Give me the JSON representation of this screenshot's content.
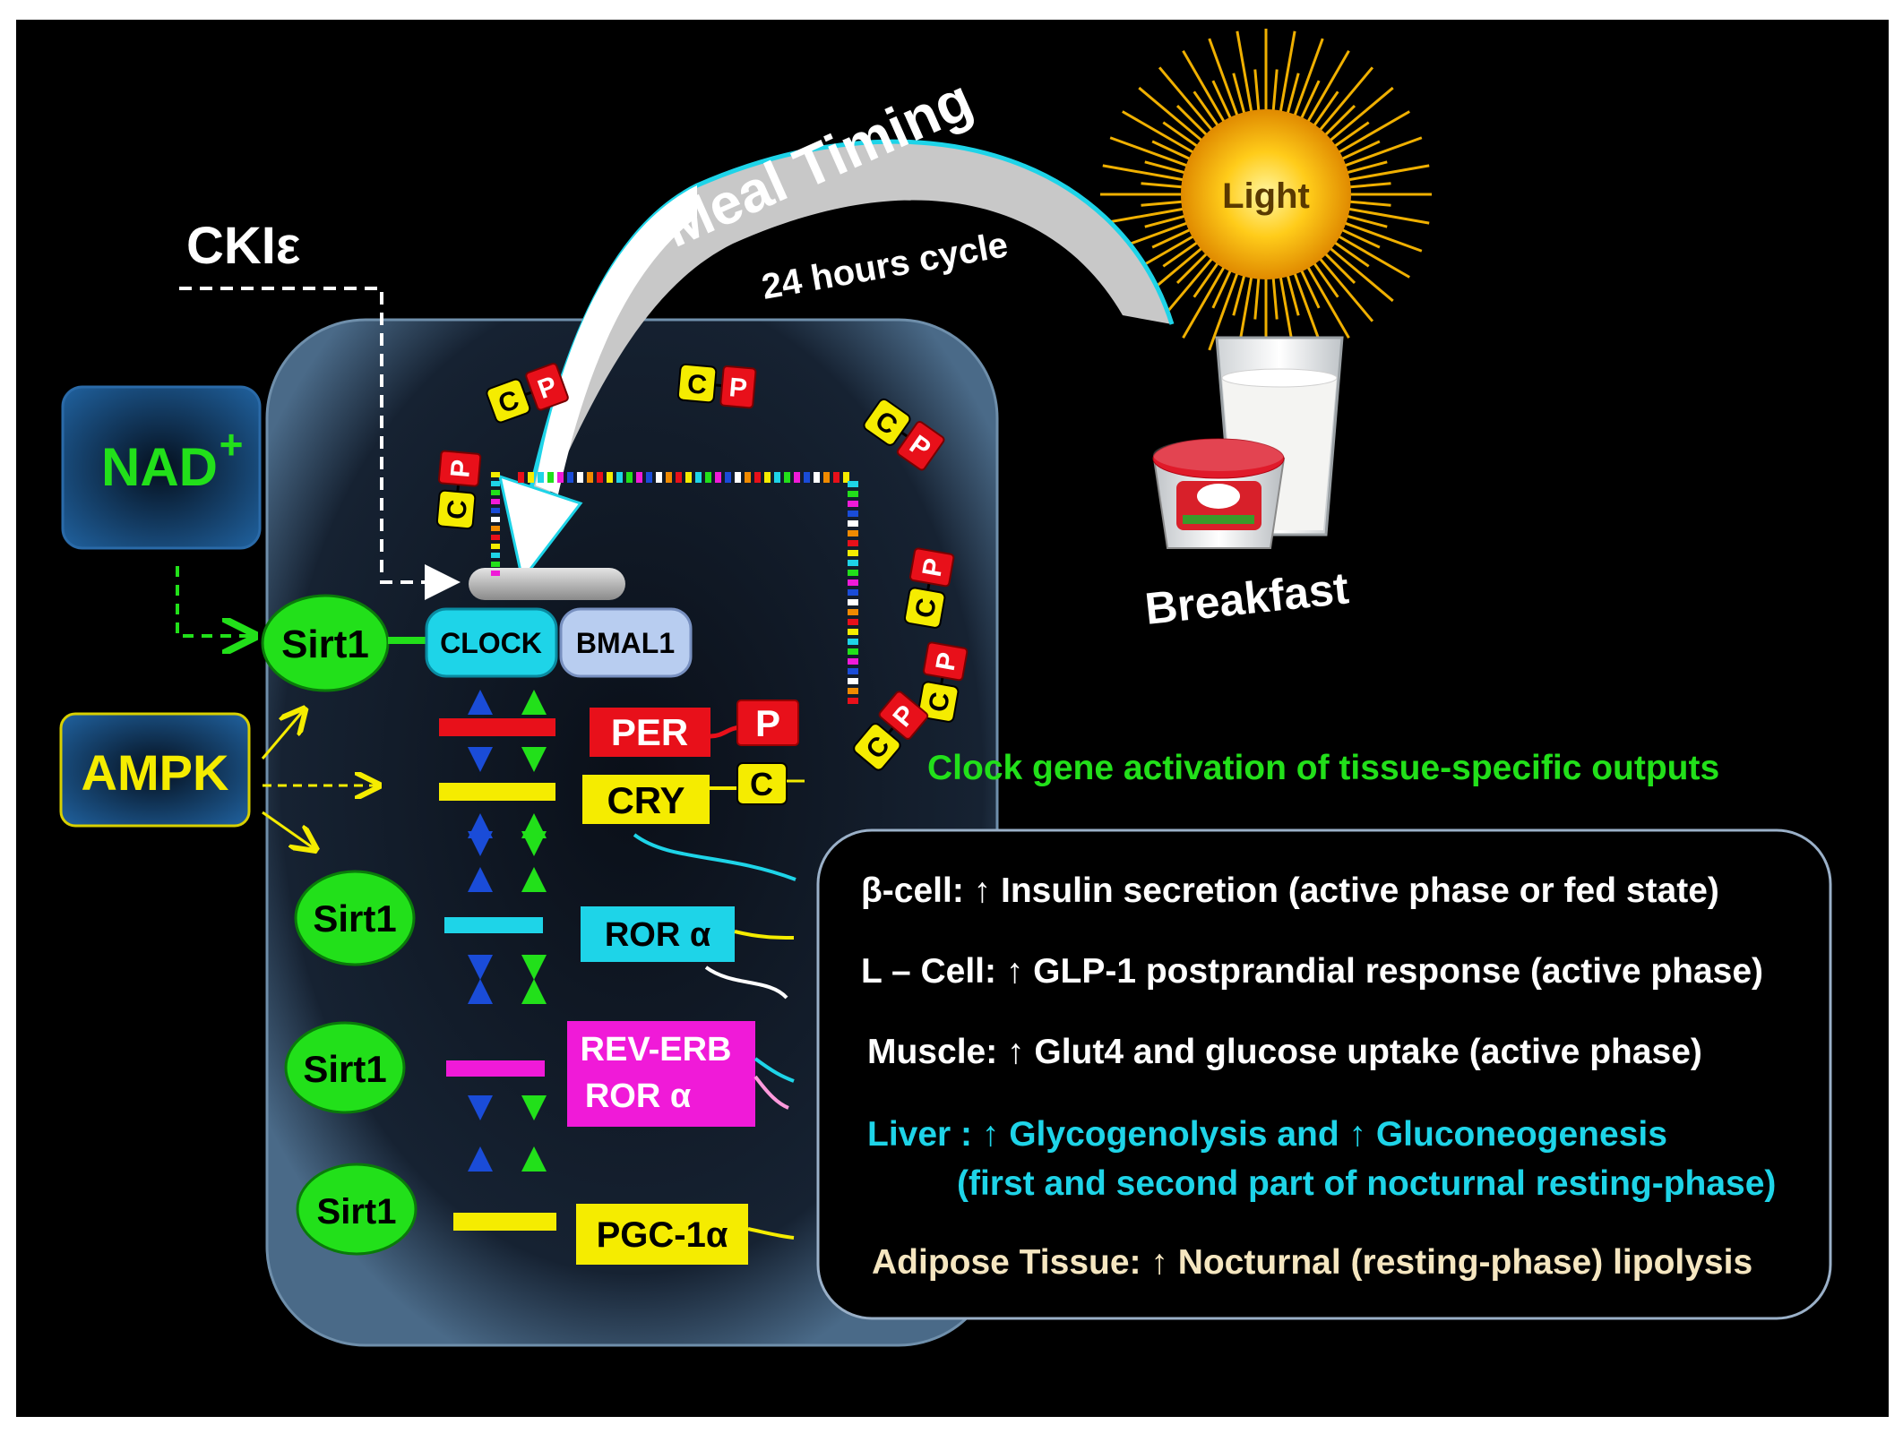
{
  "labels": {
    "meal_timing": "Meal Timing",
    "cycle": "24 hours  cycle",
    "light": "Light",
    "breakfast": "Breakfast",
    "ckie": "CKIε",
    "nad": "NAD",
    "nad_sup": "+",
    "ampk": "AMPK",
    "sirt1": "Sirt1",
    "clock": "CLOCK",
    "bmal1": "BMAL1",
    "per": "PER",
    "p": "P",
    "cry": "CRY",
    "c": "C",
    "cp_c": "C",
    "cp_p": "P",
    "ror": "ROR α",
    "reverb_1": "REV-ERB",
    "reverb_2": "ROR α",
    "pgc": "PGC-1α"
  },
  "outputs": {
    "heading": "Clock gene activation of tissue-specific outputs",
    "beta": "β-cell:  ↑ Insulin secretion (active phase or fed state)",
    "lcell": "L – Cell:  ↑ GLP-1 postprandial response (active phase)",
    "muscle": "Muscle:  ↑ Glut4 and glucose uptake (active phase)",
    "liver_1": "Liver :  ↑  Glycogenolysis  and ↑ Gluconeogenesis",
    "liver_2": "(first and second part of nocturnal resting-phase)",
    "adipose": "Adipose Tissue: ↑ Nocturnal (resting-phase) lipolysis"
  },
  "colors": {
    "background": "#000000",
    "green": "#22e01a",
    "yellow": "#f5ec00",
    "cyan": "#1ed4e8",
    "red": "#e8101a",
    "magenta": "#f01ad8",
    "light_blue": "#b8cdf0",
    "cream": "#f5e6c0",
    "blue": "#1a4cd8"
  }
}
